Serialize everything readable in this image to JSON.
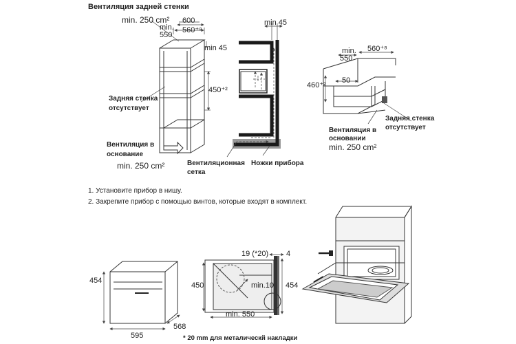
{
  "top_left": {
    "title": "Вентиляция задней стенки",
    "vent_area_top": "min. 250 cm²",
    "dim_600": "600",
    "dim_min550_a": "min.",
    "dim_min550_b": "550",
    "dim_560": "560⁺⁸",
    "dim_min45": "min 45",
    "dim_450": "450⁺²",
    "no_back_wall_a": "Задняя стенка",
    "no_back_wall_b": "отсутствует",
    "base_vent_a": "Вентиляция в",
    "base_vent_b": "основание",
    "vent_area_bottom": "min. 250 cm²"
  },
  "top_middle": {
    "dim_min45": "min 45",
    "grille_a": "Вентиляционная",
    "grille_b": "сетка",
    "feet": "Ножки прибора"
  },
  "top_right": {
    "dim_min550_a": "min.",
    "dim_min550_b": "550",
    "dim_560": "560⁺⁸",
    "dim_460": "460⁺²",
    "dim_50": "50",
    "no_back_wall_a": "Задняя стенка",
    "no_back_wall_b": "отсутствует",
    "base_vent_a": "Вентиляция в",
    "base_vent_b": "основании",
    "vent_area": "min. 250 cm²"
  },
  "steps": [
    "1.   Установите прибор в нишу.",
    "2.   Закрепите прибор с помощью винтов, которые входят в комплект."
  ],
  "bottom_left": {
    "dim_454": "454",
    "dim_595": "595",
    "dim_568": "568"
  },
  "bottom_middle": {
    "dim_19": "19 (*20)",
    "dim_4": "4",
    "dim_450": "450",
    "dim_454": "454",
    "dim_min10": "min.10",
    "dim_min550": "min. 550",
    "footnote": "* 20 mm для металическй накладки"
  }
}
